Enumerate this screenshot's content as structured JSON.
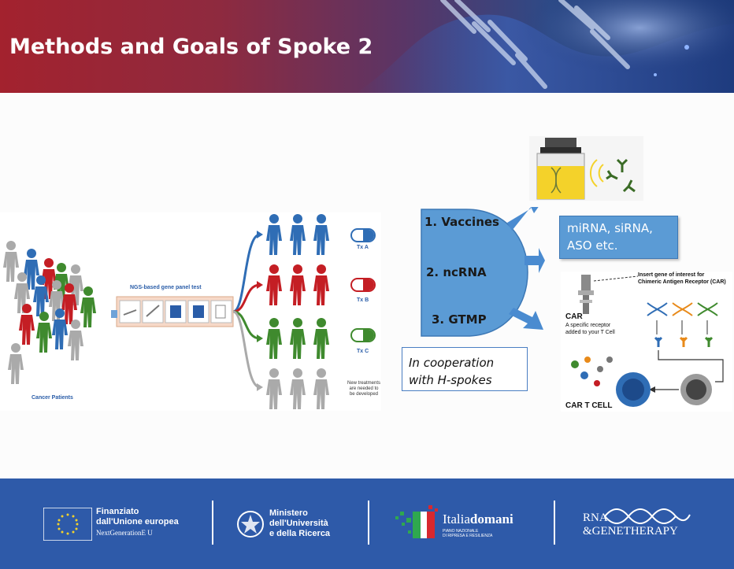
{
  "header": {
    "title": "Methods and Goals of Spoke 2"
  },
  "figure": {
    "patients_label": "Cancer Patients",
    "test_label": "NGS-based gene panel test",
    "treatments": [
      {
        "label": "Tx A",
        "color": "#2f6db5"
      },
      {
        "label": "Tx B",
        "color": "#c41e24"
      },
      {
        "label": "Tx C",
        "color": "#3f8a2e"
      }
    ],
    "new_treatments": [
      "New treatments",
      "are needed to",
      "be developed"
    ]
  },
  "goals": {
    "items": [
      "1. Vaccines",
      "2. ncRNA",
      "3. GTMP"
    ],
    "cooperation": [
      "In cooperation",
      "with H-spokes"
    ],
    "rna_box": [
      "miRNA, siRNA,",
      "ASO etc."
    ]
  },
  "car": {
    "insert_text": [
      "Insert gene of interest for",
      "Chimeric Antigen Receptor (CAR)"
    ],
    "car_label": "CAR",
    "car_desc": [
      "A specific receptor",
      "added to your T Cell"
    ],
    "cart_label": "CAR T CELL"
  },
  "footer": {
    "eu": {
      "line1": "Finanziato",
      "line2": "dall'Unione europea",
      "line3": "NextGenerationE  U"
    },
    "mur": {
      "line1": "Ministero",
      "line2": "dell'Università",
      "line3": "e della Ricerca"
    },
    "italia": {
      "brand_a": "Italia",
      "brand_b": "domani",
      "sub1": "PIANO NAZIONALE",
      "sub2": "DI RIPRESA E RESILIENZA"
    },
    "rna": {
      "line1": "RNA",
      "line2": "&GENETHERAPY"
    }
  }
}
